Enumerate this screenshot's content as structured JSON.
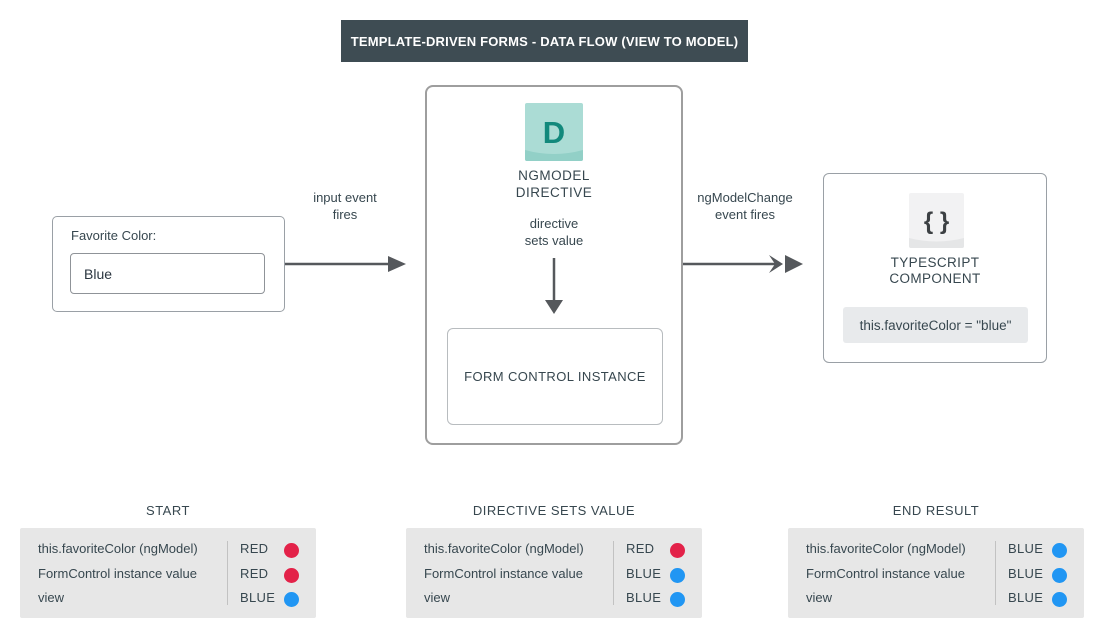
{
  "header": {
    "title": "TEMPLATE-DRIVEN FORMS - DATA FLOW (VIEW TO MODEL)"
  },
  "colors": {
    "header_bg": "#3e4c53",
    "red": "#e32249",
    "blue": "#2196f3",
    "teal_icon_bg": "#abdcd5",
    "teal_icon_strip": "#92d0c7",
    "teal_icon_fg": "#12897c",
    "gray_icon_bg": "#f2f2f3",
    "gray_icon_strip": "#e5e6e7",
    "gray_icon_fg": "#3c4043",
    "arrow": "#55585c"
  },
  "form_box": {
    "label": "Favorite Color:",
    "input_value": "Blue"
  },
  "flow": {
    "left_arrow_label_lines": [
      "input event",
      "fires"
    ],
    "right_arrow_label_lines": [
      "ngModelChange",
      "event fires"
    ]
  },
  "directive_box": {
    "icon_letter": "D",
    "name_lines": [
      "NGMODEL",
      "DIRECTIVE"
    ],
    "action_lines": [
      "directive",
      "sets value"
    ],
    "form_control_label": "FORM CONTROL INSTANCE"
  },
  "component_box": {
    "icon_glyph": "{ }",
    "name_lines": [
      "TYPESCRIPT",
      "COMPONENT"
    ],
    "code": "this.favoriteColor = \"blue\""
  },
  "state_tables": [
    {
      "title": "START",
      "rows": [
        {
          "label": "this.favoriteColor (ngModel)",
          "value": "RED",
          "dot": "#e32249"
        },
        {
          "label": "FormControl instance value",
          "value": "RED",
          "dot": "#e32249"
        },
        {
          "label": "view",
          "value": "BLUE",
          "dot": "#2196f3"
        }
      ]
    },
    {
      "title": "DIRECTIVE SETS VALUE",
      "rows": [
        {
          "label": "this.favoriteColor (ngModel)",
          "value": "RED",
          "dot": "#e32249"
        },
        {
          "label": "FormControl instance value",
          "value": "BLUE",
          "dot": "#2196f3"
        },
        {
          "label": "view",
          "value": "BLUE",
          "dot": "#2196f3"
        }
      ]
    },
    {
      "title": "END RESULT",
      "rows": [
        {
          "label": "this.favoriteColor (ngModel)",
          "value": "BLUE",
          "dot": "#2196f3"
        },
        {
          "label": "FormControl instance value",
          "value": "BLUE",
          "dot": "#2196f3"
        },
        {
          "label": "view",
          "value": "BLUE",
          "dot": "#2196f3"
        }
      ]
    }
  ]
}
